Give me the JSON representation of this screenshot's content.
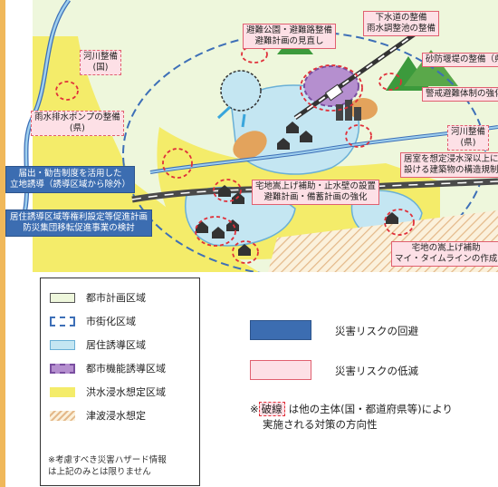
{
  "map": {
    "labels": {
      "sewer": [
        "下水道の整備",
        "雨水調整池の整備"
      ],
      "evac_park": [
        "避難公園・避難路整備",
        "避難計画の見直し"
      ],
      "sabo": "砂防堰堤の整備（県）",
      "river_national": [
        "河川整備",
        "(国)"
      ],
      "warning": "警戒避難体制の強化",
      "river_pref": [
        "河川整備",
        "(県)"
      ],
      "pump": [
        "雨水排水ポンプの整備",
        "(県)"
      ],
      "notify": [
        "届出・勧告制度を活用した",
        "立地誘導（誘導区域から除外）"
      ],
      "living_room": [
        "居室を想定浸水深以上に",
        "設ける建築物の構造規制"
      ],
      "raise_wall": [
        "宅地嵩上げ補助・止水壁の設置",
        "避難計画・備蓄計画の強化"
      ],
      "relocation": [
        "居住誘導区域等権利設定等促進計画",
        "防災集団移転促進事業の検討"
      ],
      "house_raise": [
        "宅地の嵩上げ補助",
        "マイ・タイムラインの作成"
      ]
    }
  },
  "legend": {
    "items": [
      "都市計画区域",
      "市街化区域",
      "居住誘導区域",
      "都市機能誘導区域",
      "洪水浸水想定区域",
      "津波浸水想定"
    ],
    "note": [
      "※考慮すべき災害ハザード情報",
      "は上記のみとは限りません"
    ]
  },
  "right_legend": {
    "avoid": "災害リスクの回避",
    "reduce": "災害リスクの低減",
    "note_prefix": "※",
    "note_dashed": "破線",
    "note_rest": "は他の主体(国・都道府県等)により",
    "note_line2": "実施される対策の方向性"
  },
  "colors": {
    "avoid": "#3c6db1",
    "reduce": "#fde0e6",
    "city_area": "#eef7dc",
    "residential": "#c4e6f2",
    "urban_function": "#b58fcf",
    "flood": "#f4ec6a"
  }
}
